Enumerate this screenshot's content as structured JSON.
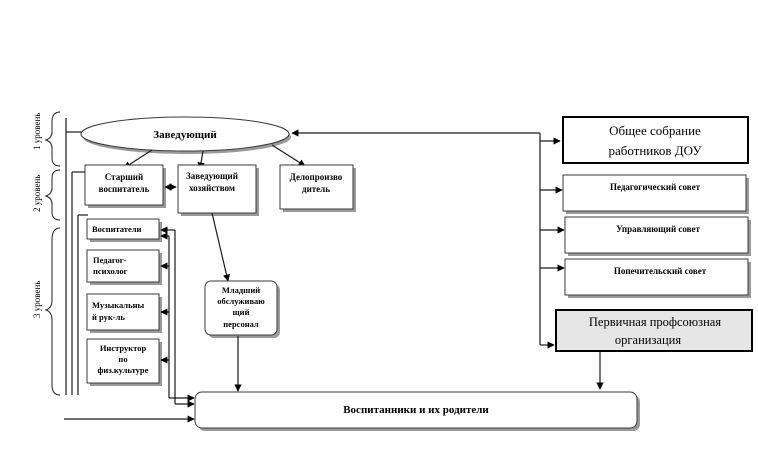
{
  "levels": {
    "level1": "1 уровень",
    "level2": "2 уровень",
    "level3": "3 уровень"
  },
  "head": {
    "label": "Заведующий"
  },
  "level2_boxes": {
    "senior_educator": [
      "Старший",
      "воспитатель"
    ],
    "supply_manager": [
      "Заведующий",
      "хозяйством"
    ],
    "clerk": [
      "Делопроизво",
      "дитель"
    ]
  },
  "level3_boxes": {
    "educators": [
      "Воспитатели"
    ],
    "psychologist": [
      "Педагог-",
      "психолог"
    ],
    "music_director": [
      "Музыкальны",
      "й рук-ль"
    ],
    "pe_instructor": [
      "Инструктор",
      "по",
      "физ.культуре"
    ],
    "junior_staff": [
      "Младший",
      "обслуживаю",
      "щий",
      "персонал"
    ]
  },
  "bottom_box": {
    "label": "Воспитанники и их родители"
  },
  "right_boxes": {
    "general_meeting": [
      "Общее собрание",
      "работников ДОУ"
    ],
    "pedagogical_council": [
      "Педагогический совет"
    ],
    "managing_council": [
      "Управляющий совет"
    ],
    "trustees_council": [
      "Попечительский совет"
    ],
    "trade_union": [
      "Первичная профсоюзная",
      "организация"
    ]
  }
}
